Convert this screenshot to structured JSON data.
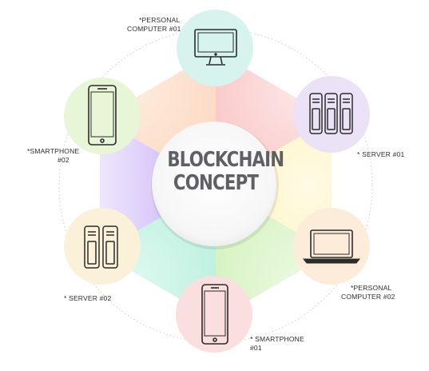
{
  "center": {
    "line1": "BLOCKCHAIN",
    "line2": "CONCEPT"
  },
  "nodes": [
    {
      "id": "personal-computer-01",
      "icon": "desktop-monitor-icon",
      "bg": "#d7f3ee",
      "line1": "*PERSONAL",
      "line2": "COMPUTER #01"
    },
    {
      "id": "server-01",
      "icon": "server-rack-icon",
      "bg": "#ece2f7",
      "line1": "* SERVER #01",
      "line2": ""
    },
    {
      "id": "personal-computer-02",
      "icon": "laptop-icon",
      "bg": "#fcecd9",
      "line1": "*PERSONAL",
      "line2": "COMPUTER #02"
    },
    {
      "id": "smartphone-01",
      "icon": "smartphone-icon",
      "bg": "#fbdede",
      "line1": "* SMARTPHONE",
      "line2": "#01"
    },
    {
      "id": "server-02",
      "icon": "server-rack-icon",
      "bg": "#fbf1d8",
      "line1": "* SERVER #02",
      "line2": ""
    },
    {
      "id": "smartphone-02",
      "icon": "smartphone-icon",
      "bg": "#e6f6d6",
      "line1": "*SMARTPHONE",
      "line2": "#02"
    }
  ],
  "colors": {
    "segment_top_left": "#fddcc4",
    "segment_top_right": "#fcc9c9",
    "segment_right": "#fdf3c6",
    "segment_bottom_right": "#d8f3c3",
    "segment_bottom_left": "#c6f4e4",
    "segment_left": "#dccdf9",
    "icon_stroke": "#2b2b2b",
    "center_text": "#5f5f66"
  }
}
